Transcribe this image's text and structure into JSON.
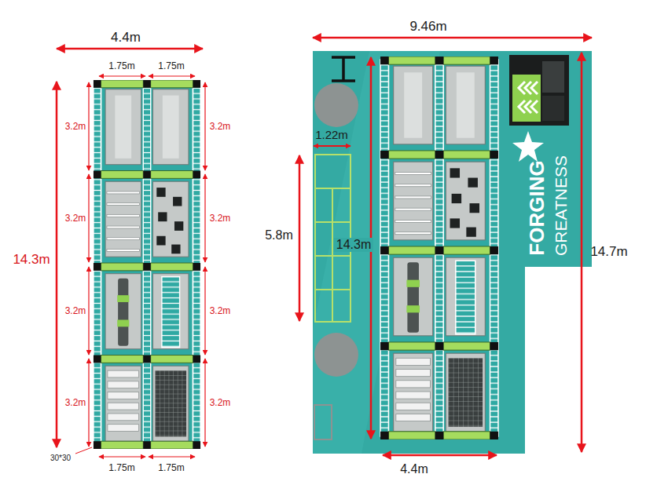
{
  "diagram": {
    "labels": [
      "4.4m",
      "1.75m",
      "1.75m",
      "3.2m",
      "3.2m",
      "3.2m",
      "3.2m",
      "3.2m",
      "3.2m",
      "3.2m",
      "3.2m",
      "14.3m",
      "30*30",
      "1.75m",
      "1.75m",
      "9.46m",
      "1.22m",
      "5.8m",
      "14.3m",
      "14.7m",
      "FORGING",
      "GREATNESS",
      "4.4m"
    ]
  }
}
